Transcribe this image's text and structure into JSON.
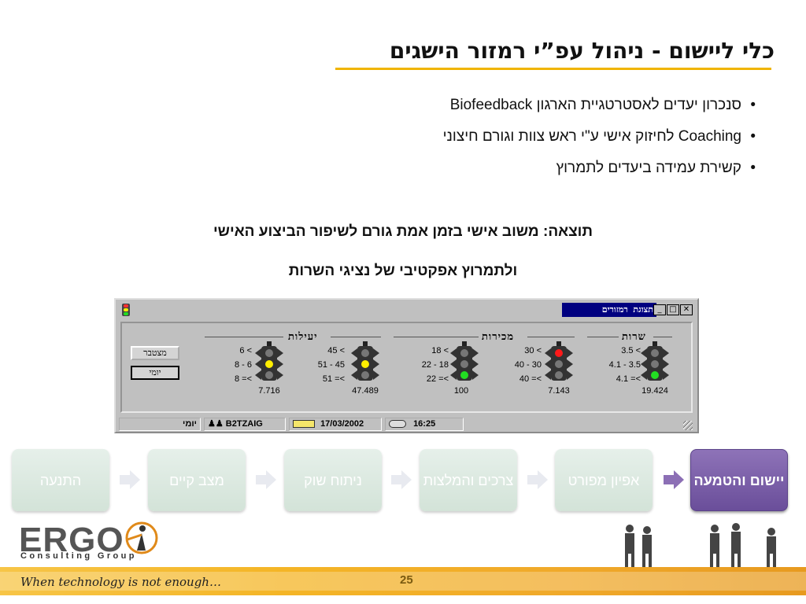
{
  "slide": {
    "title": "כלי ליישום - ניהול עפ”י רמזור הישגים",
    "bullets": [
      "סנכרון יעדים לאסטרטגיית הארגון Biofeedback",
      "Coaching לחיזוק אישי ע\"י ראש צוות וגורם חיצוני",
      "קשירת עמידה ביעדים לתמרוץ"
    ],
    "result_line1": "תוצאה: משוב אישי בזמן אמת גורם לשיפור הביצוע האישי",
    "result_line2": "ולתמרוץ אפקטיבי של נציגי השרות",
    "page_number": "25",
    "tagline": "When technology is not enough…"
  },
  "logo": {
    "word": "ERGO",
    "sub": "Consulting Group"
  },
  "window": {
    "title": "תצוגת רמזורים",
    "buttons": {
      "minimize": "_",
      "maximize": "□",
      "close": "✕"
    },
    "side_buttons": [
      "מצטבר",
      "יומי"
    ],
    "groups": [
      {
        "name": "שרות",
        "lights": [
          {
            "thresholds": [
              "3.5 <",
              "4.1 - 3.5",
              "4.1 =<"
            ],
            "active": "green",
            "value": "19.424"
          }
        ]
      },
      {
        "name": "מכירות",
        "lights": [
          {
            "thresholds": [
              "30 <",
              "40 - 30",
              "40 =<"
            ],
            "active": "red",
            "value": "7.143"
          },
          {
            "thresholds": [
              "18 <",
              "22 - 18",
              "22 =<"
            ],
            "active": "green",
            "value": "100"
          }
        ]
      },
      {
        "name": "יעילות",
        "lights": [
          {
            "thresholds": [
              "45 <",
              "51 - 45",
              "51 =<"
            ],
            "active": "yellow",
            "value": "47.489"
          },
          {
            "thresholds": [
              "6 <",
              "8 - 6",
              "8 =<"
            ],
            "active": "yellow",
            "value": "7.716"
          }
        ]
      }
    ],
    "status": {
      "mode": "יומי",
      "user": "B2TZAIG",
      "date": "17/03/2002",
      "time": "16:25"
    }
  },
  "process_steps": [
    {
      "label": "יישום והטמעה",
      "active": true
    },
    {
      "label": "אפיון מפורט",
      "active": false
    },
    {
      "label": "צרכים והמלצות",
      "active": false
    },
    {
      "label": "ניתוח שוק",
      "active": false
    },
    {
      "label": "מצב קיים",
      "active": false
    },
    {
      "label": "התנעה",
      "active": false
    }
  ],
  "colors": {
    "title_underline": "#f0b400",
    "active_step": "#7b5fa8",
    "footer": "#f4b526",
    "lamp_red": "#ff1a1a",
    "lamp_yellow": "#ffee00",
    "lamp_green": "#22dd22",
    "lamp_off": "#777777"
  }
}
